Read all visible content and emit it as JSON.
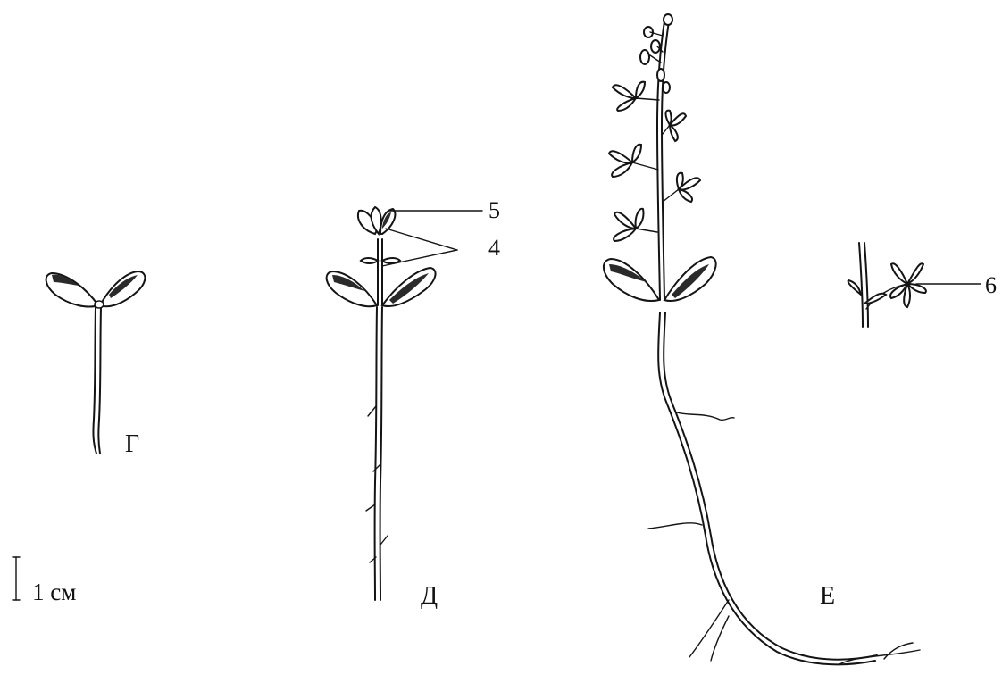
{
  "figure": {
    "stage_labels": {
      "g": "Г",
      "d": "Д",
      "e": "Е"
    },
    "callouts": {
      "five": "5",
      "four": "4",
      "six": "6"
    },
    "scale_bar": {
      "label": "1 см"
    }
  }
}
